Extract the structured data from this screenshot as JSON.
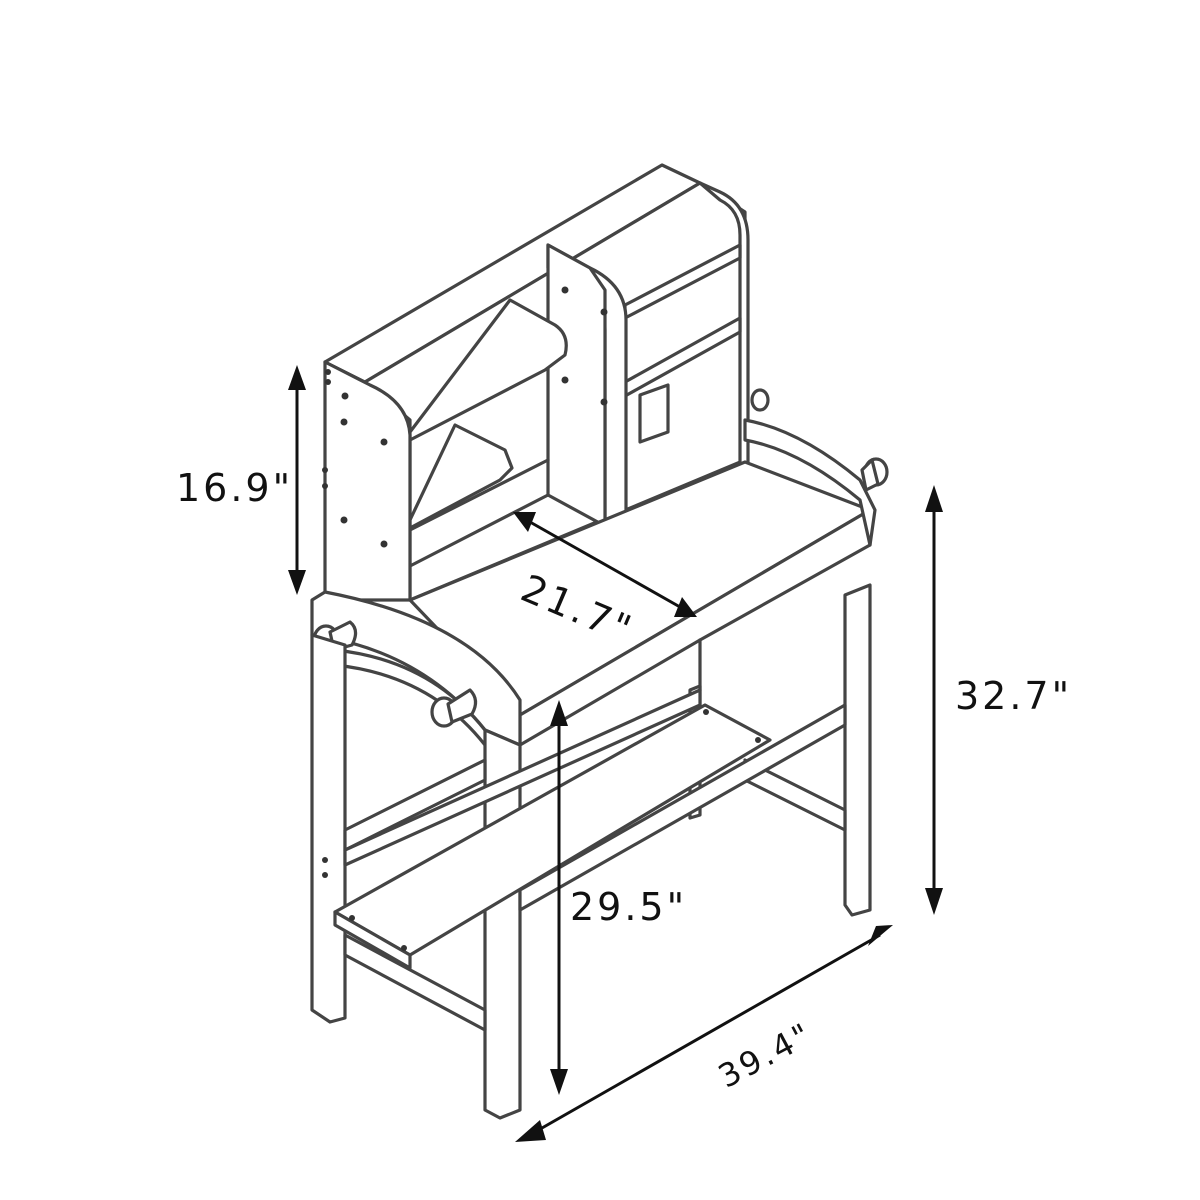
{
  "dimensions": {
    "hutch_height": "16.9\"",
    "overall_height": "32.7\"",
    "shelf_width": "21.7\"",
    "desk_height": "29.5\"",
    "overall_width": "39.4\""
  },
  "colors": {
    "line": "#444444",
    "arrow": "#111111",
    "background": "#ffffff"
  }
}
